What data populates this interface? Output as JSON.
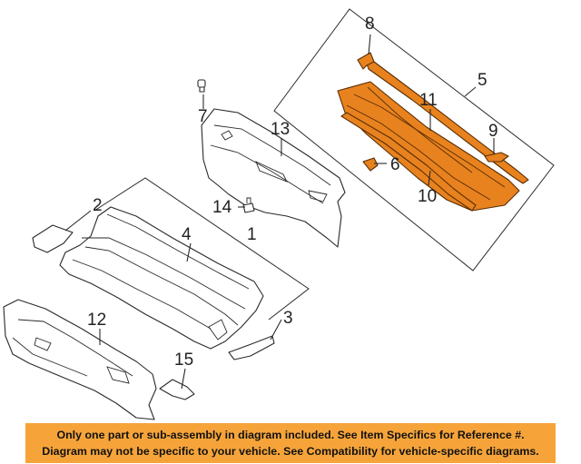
{
  "callouts": {
    "c1": "1",
    "c2": "2",
    "c3": "3",
    "c5": "5",
    "c6": "6",
    "c7": "7",
    "c8": "8",
    "c9": "9",
    "c10": "10",
    "c11": "11",
    "c12": "12",
    "c13": "13",
    "c14": "14",
    "c15": "15"
  },
  "colors": {
    "highlight": "#e8821e",
    "notice_background": "#f6a43a"
  },
  "notice": {
    "line1": "Only one part or sub-assembly in diagram included. See Item Specifics for Reference #.",
    "line2": "Diagram may not be specific to your vehicle. See Compatibility for vehicle-specific diagrams."
  }
}
